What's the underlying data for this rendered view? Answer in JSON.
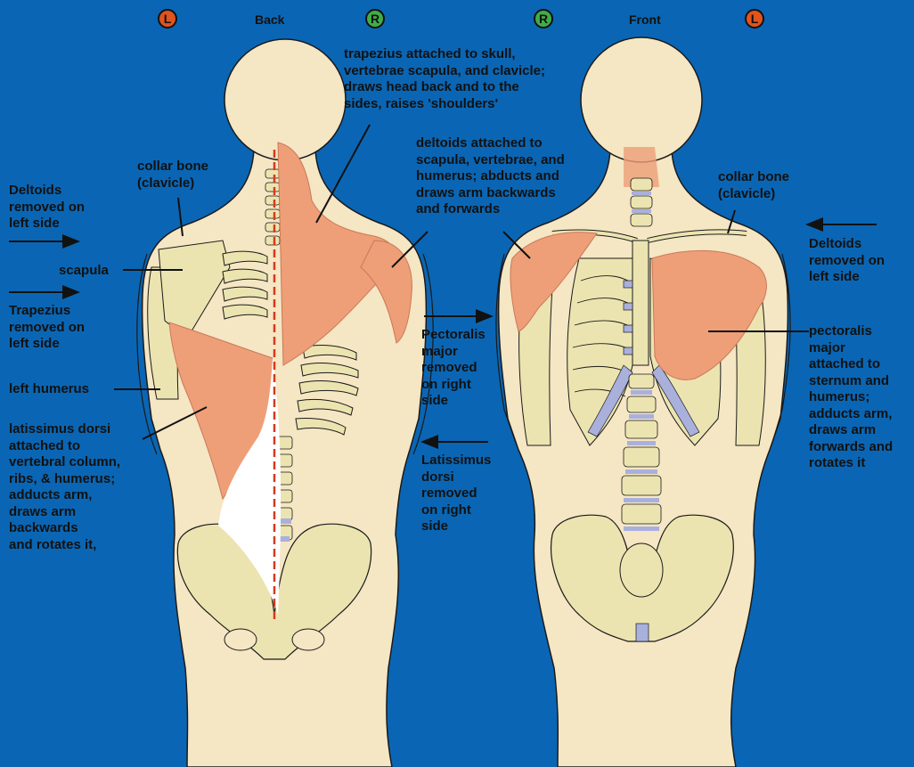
{
  "header": {
    "back": {
      "left_marker": "L",
      "title": "Back",
      "right_marker": "R"
    },
    "front": {
      "left_marker": "R",
      "title": "Front",
      "right_marker": "L"
    }
  },
  "colors": {
    "background": "#0a66b4",
    "skin": "#f5e6c4",
    "bone": "#ece4b0",
    "muscle": "#ee9f78",
    "cartilage": "#aab0dc",
    "marker_left": "#e2531e",
    "marker_right": "#3fad48",
    "midline": "#d43a1e"
  },
  "back_labels": {
    "trapezius": "trapezius attached to skull,\nvertebrae scapula, and clavicle;\ndraws head back and to the\nsides, raises 'shoulders'",
    "collar_bone": "collar bone\n(clavicle)",
    "deltoids_removed": "Deltoids\nremoved on\nleft side",
    "scapula": "scapula",
    "trapezius_removed": "Trapezius\nremoved on\nleft side",
    "left_humerus": "left humerus",
    "latissimus": "latissimus dorsi\nattached to\nvertebral column,\nribs, & humerus;\nadducts arm,\ndraws arm\nbackwards\nand rotates it,"
  },
  "front_labels": {
    "deltoids": "deltoids attached to\nscapula, vertebrae, and\nhumerus; abducts and\ndraws arm backwards\nand forwards",
    "collar_bone": "collar bone\n(clavicle)",
    "deltoids_removed": "Deltoids\nremoved on\nleft side",
    "pectoralis_removed": "Pectoralis\nmajor\nremoved\non right\nside",
    "latissimus_removed": "Latissimus\ndorsi\nremoved\non right\nside",
    "pectoralis": "pectoralis\nmajor\nattached to\nsternum and\nhumerus;\nadducts arm,\ndraws arm\nforwards and\nrotates it"
  }
}
